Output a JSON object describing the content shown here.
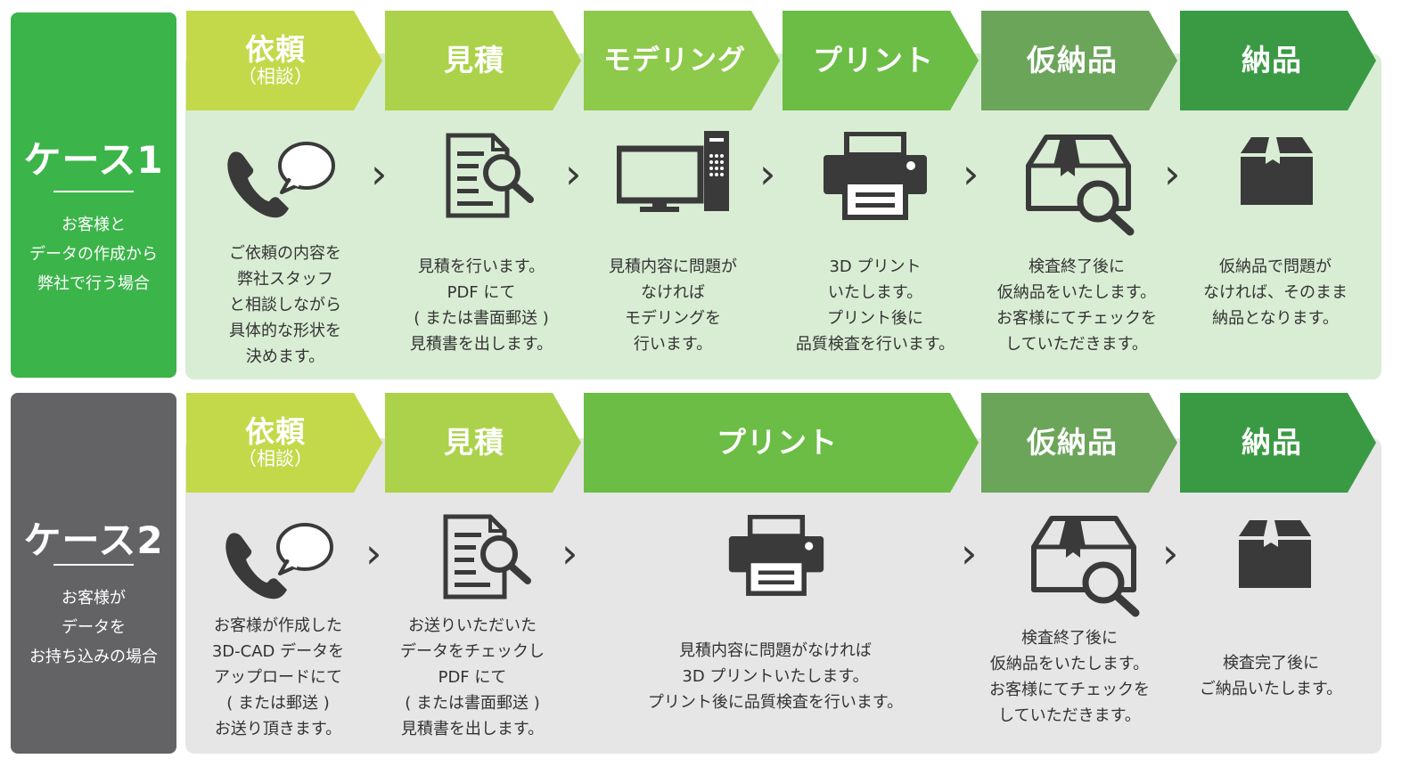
{
  "colors": {
    "case1_box": "#3bb44a",
    "case2_box": "#636366",
    "case1_panel": "#d9edd4",
    "case2_panel": "#e6e6e6",
    "step_request": "#c3d94a",
    "step_estimate": "#abd24a",
    "step_modeling": "#8dc94a",
    "step_print": "#6cbd45",
    "step_temp": "#6ba55a",
    "step_delivery": "#3a9a44",
    "icon": "#3a3a3a"
  },
  "case1": {
    "title": "ケース1",
    "desc": [
      "お客様と",
      "データの作成から",
      "弊社で行う場合"
    ],
    "steps": [
      {
        "label": "依頼",
        "sub": "（相談）",
        "icon": "phone-chat-icon",
        "desc": [
          "ご依頼の内容を",
          "弊社スタッフ",
          "と相談しながら",
          "具体的な形状を",
          "決めます。"
        ]
      },
      {
        "label": "見積",
        "icon": "document-search-icon",
        "desc": [
          "見積を行います。",
          "PDF にて",
          "( または書面郵送 )",
          "見積書を出します。"
        ]
      },
      {
        "label": "モデリング",
        "icon": "computer-icon",
        "desc": [
          "見積内容に問題が",
          "なければ",
          "モデリングを",
          "行います。"
        ]
      },
      {
        "label": "プリント",
        "icon": "printer-icon",
        "desc": [
          "3D プリント",
          "いたします。",
          "プリント後に",
          "品質検査を行います。"
        ]
      },
      {
        "label": "仮納品",
        "icon": "box-inspect-icon",
        "desc": [
          "検査終了後に",
          "仮納品をいたします。",
          "お客様にてチェックを",
          "していただきます。"
        ]
      },
      {
        "label": "納品",
        "icon": "box-icon",
        "desc": [
          "仮納品で問題が",
          "なければ、そのまま",
          "納品となります。"
        ]
      }
    ]
  },
  "case2": {
    "title": "ケース2",
    "desc": [
      "お客様が",
      "データを",
      "お持ち込みの場合"
    ],
    "steps": [
      {
        "label": "依頼",
        "sub": "（相談）",
        "icon": "phone-chat-icon",
        "desc": [
          "お客様が作成した",
          "3D-CAD データを",
          "アップロードにて",
          "( または郵送 )",
          "お送り頂きます。"
        ]
      },
      {
        "label": "見積",
        "icon": "document-search-icon",
        "desc": [
          "お送りいただいた",
          "データをチェックし",
          "PDF にて",
          "( または書面郵送 )",
          "見積書を出します。"
        ]
      },
      {
        "label": "プリント",
        "icon": "printer-icon",
        "desc": [
          "見積内容に問題がなければ",
          "3D プリントいたします。",
          "プリント後に品質検査を行います。"
        ]
      },
      {
        "label": "仮納品",
        "icon": "box-inspect-icon",
        "desc": [
          "検査終了後に",
          "仮納品をいたします。",
          "お客様にてチェックを",
          "していただきます。"
        ]
      },
      {
        "label": "納品",
        "icon": "box-icon",
        "desc": [
          "検査完了後に",
          "ご納品いたします。"
        ]
      }
    ]
  }
}
